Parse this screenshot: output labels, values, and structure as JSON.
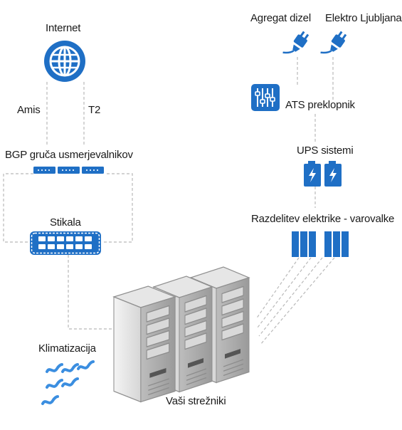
{
  "labels": {
    "internet": "Internet",
    "amis": "Amis",
    "t2": "T2",
    "bgp": "BGP gruča usmerjevalnikov",
    "stikala": "Stikala",
    "klimatizacija": "Klimatizacija",
    "servers": "Vaši strežniki",
    "agregat": "Agregat dizel",
    "elektro": "Elektro Ljubljana",
    "ats": "ATS preklopnik",
    "ups": "UPS sistemi",
    "razdelitev": "Razdelitev elektrike - varovalke"
  },
  "colors": {
    "accent": "#1f6fc5",
    "accent_light": "#4a9be6",
    "dash": "#b9b9b9",
    "server_light": "#eeeeee",
    "server_dark": "#8c8c8c"
  },
  "icons": [
    "globe-icon",
    "router-icon",
    "switch-icon",
    "plug-icon",
    "ats-sliders-icon",
    "battery-icon",
    "fuse-icon",
    "wave-icon",
    "server-icon"
  ]
}
